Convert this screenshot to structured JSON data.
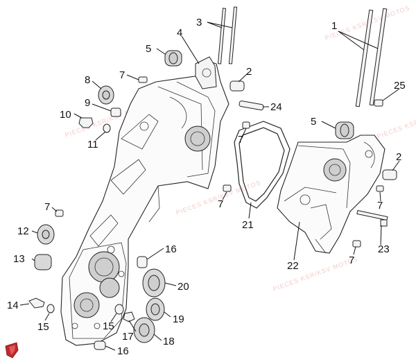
{
  "diagram": {
    "callouts": [
      "1",
      "2",
      "3",
      "4",
      "5",
      "7",
      "8",
      "9",
      "10",
      "11",
      "12",
      "13",
      "14",
      "15",
      "16",
      "17",
      "18",
      "19",
      "20",
      "21",
      "22",
      "23",
      "24",
      "25"
    ],
    "labels": [
      {
        "id": "label-3",
        "text": "3"
      },
      {
        "id": "label-4",
        "text": "4"
      },
      {
        "id": "label-5-left",
        "text": "5"
      },
      {
        "id": "label-7-top",
        "text": "7"
      },
      {
        "id": "label-2-top",
        "text": "2"
      },
      {
        "id": "label-8",
        "text": "8"
      },
      {
        "id": "label-9",
        "text": "9"
      },
      {
        "id": "label-10",
        "text": "10"
      },
      {
        "id": "label-11",
        "text": "11"
      },
      {
        "id": "label-24",
        "text": "24"
      },
      {
        "id": "label-1",
        "text": "1"
      },
      {
        "id": "label-25",
        "text": "25"
      },
      {
        "id": "label-5-right",
        "text": "5"
      },
      {
        "id": "label-7-mid",
        "text": "7"
      },
      {
        "id": "label-2-right",
        "text": "2"
      },
      {
        "id": "label-7-right",
        "text": "7"
      },
      {
        "id": "label-7-gasket",
        "text": "7"
      },
      {
        "id": "label-21",
        "text": "21"
      },
      {
        "id": "label-7-left",
        "text": "7"
      },
      {
        "id": "label-12",
        "text": "12"
      },
      {
        "id": "label-13",
        "text": "13"
      },
      {
        "id": "label-16-top",
        "text": "16"
      },
      {
        "id": "label-20",
        "text": "20"
      },
      {
        "id": "label-23",
        "text": "23"
      },
      {
        "id": "label-22",
        "text": "22"
      },
      {
        "id": "label-7-bottom",
        "text": "7"
      },
      {
        "id": "label-14",
        "text": "14"
      },
      {
        "id": "label-15-left",
        "text": "15"
      },
      {
        "id": "label-15-mid",
        "text": "15"
      },
      {
        "id": "label-17",
        "text": "17"
      },
      {
        "id": "label-19",
        "text": "19"
      },
      {
        "id": "label-18",
        "text": "18"
      },
      {
        "id": "label-16-bottom",
        "text": "16"
      }
    ],
    "watermark_text": "PIECES KSR/KSV MOTOS",
    "logo_color": "#c0282c"
  }
}
